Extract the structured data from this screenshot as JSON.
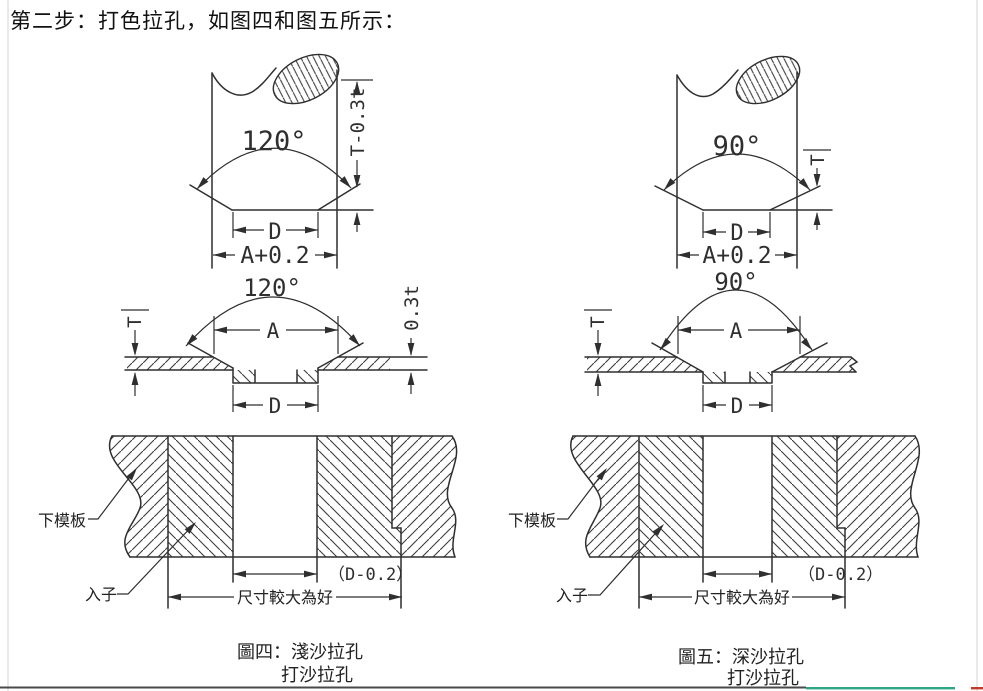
{
  "title": "第二步：打色拉孔，如图四和图五所示：",
  "figure4": {
    "punch": {
      "angle": "120°",
      "height_dim": "T-0.3t",
      "tip_dim": "D",
      "shank_dim": "A+0.2"
    },
    "section": {
      "angle": "120°",
      "top_dim": "A",
      "thickness_dim": "T",
      "depth_dim": "0.3t",
      "hole_dim": "D"
    },
    "die": {
      "plate_label": "下模板",
      "insert_label": "入子",
      "hole_dim": "（D-0.2）",
      "note": "尺寸較大為好"
    },
    "caption_line1": "圖四：淺沙拉孔",
    "caption_line2": "打沙拉孔"
  },
  "figure5": {
    "punch": {
      "angle": "90°",
      "height_dim": "T",
      "tip_dim": "D",
      "shank_dim": "A+0.2"
    },
    "section": {
      "angle": "90°",
      "top_dim": "A",
      "thickness_dim": "T",
      "hole_dim": "D"
    },
    "die": {
      "plate_label": "下模板",
      "insert_label": "入子",
      "hole_dim": "（D-0.2）",
      "note": "尺寸較大為好"
    },
    "caption_line1": "圖五：深沙拉孔",
    "caption_line2": "打沙拉孔"
  },
  "progress": {
    "track_color": "#4a4a4a",
    "played_color": "#2fa486",
    "marker_color": "#c23b2f"
  }
}
